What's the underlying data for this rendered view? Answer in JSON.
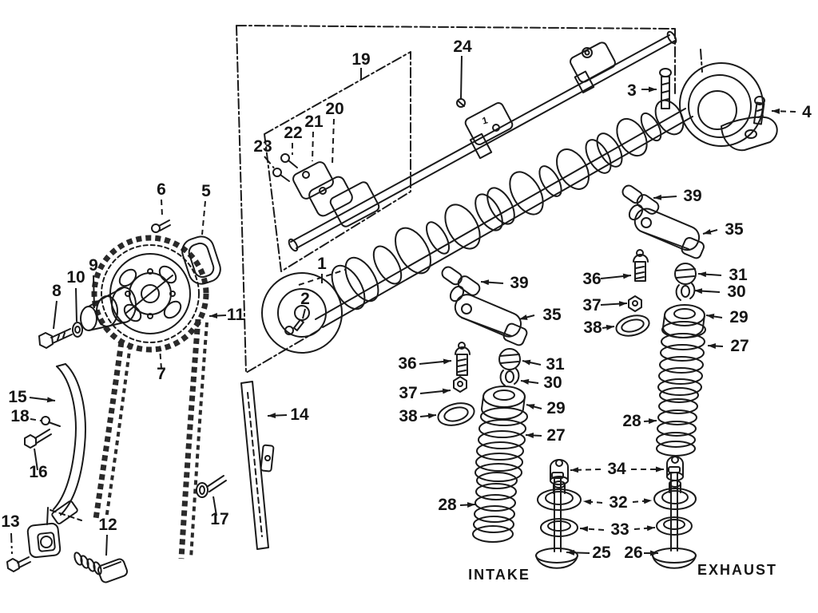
{
  "title": "Camshaft & Valve Mechanism exploded parts diagram",
  "colors": {
    "ink": "#1a1a1a",
    "paper": "#ffffff"
  },
  "labels": {
    "n1": "1",
    "n2": "2",
    "n3": "3",
    "n4": "4",
    "n5": "5",
    "n6": "6",
    "n7": "7",
    "n8": "8",
    "n9": "9",
    "n10": "10",
    "n11": "11",
    "n12": "12",
    "n13": "13",
    "n14": "14",
    "n15": "15",
    "n16": "16",
    "n17": "17",
    "n18": "18",
    "n19": "19",
    "n20": "20",
    "n21": "21",
    "n22": "22",
    "n23": "23",
    "n24": "24",
    "n25": "25",
    "n26": "26",
    "n27": "27",
    "n28": "28",
    "n29": "29",
    "n30": "30",
    "n31": "31",
    "n32": "32",
    "n33": "33",
    "n34": "34",
    "n35": "35",
    "n36": "36",
    "n37": "37",
    "n38": "38",
    "n39": "39"
  },
  "captions": {
    "intake": "INTAKE",
    "exhaust": "EXHAUST"
  },
  "stamp": "1"
}
